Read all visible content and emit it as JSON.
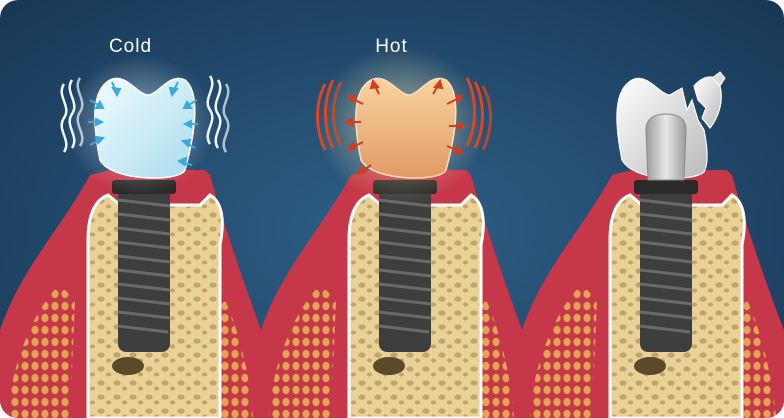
{
  "panels": [
    {
      "label": "Cold",
      "state": "cold",
      "crown_color": "#cdeef7",
      "arrow_color": "#39a9de"
    },
    {
      "label": "Hot",
      "state": "hot",
      "crown_color": "#efb27c",
      "arrow_color": "#d63b1f"
    },
    {
      "label": "",
      "state": "cracked",
      "crown_color": "#e4e4e4",
      "arrow_color": ""
    }
  ],
  "colors": {
    "background": "#22496c",
    "gum": "#c7374a",
    "bone": "#e7cf95",
    "implant": "#4a4a4a",
    "wave_cold": "#eef6fb",
    "wave_hot": "#e0451f"
  }
}
